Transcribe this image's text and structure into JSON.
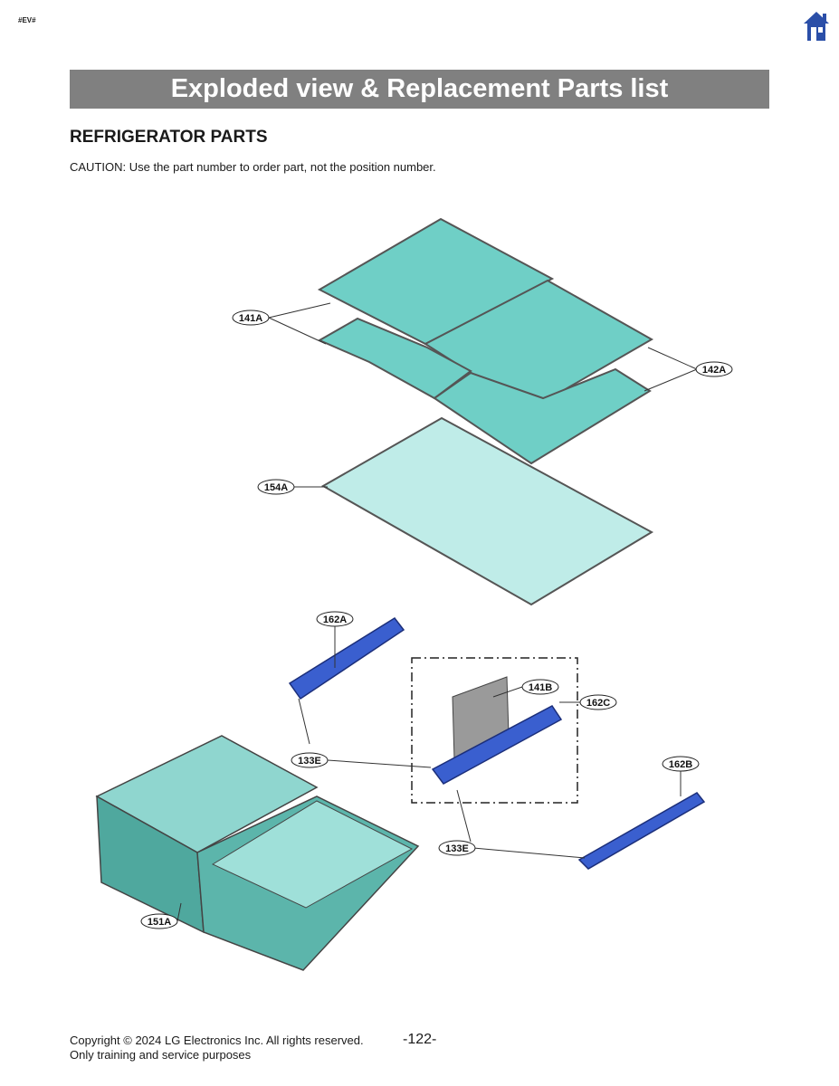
{
  "header": {
    "doc_tag": "#EV#",
    "home_icon": "home-icon",
    "title": "Exploded view & Replacement Parts list"
  },
  "section": {
    "heading": "REFRIGERATOR PARTS",
    "caution": "CAUTION: Use the part number to order part, not the position number."
  },
  "callouts": {
    "c141A": "141A",
    "c142A": "142A",
    "c154A": "154A",
    "c162A": "162A",
    "c141B": "141B",
    "c162C": "162C",
    "c133E_1": "133E",
    "c162B": "162B",
    "c133E_2": "133E",
    "c151A": "151A"
  },
  "colors": {
    "banner": "#808080",
    "glass": "#6fcfc6",
    "glass_light": "#bfece8",
    "rail_blue": "#3a5fcf",
    "drawer": "#4fa89e"
  },
  "footer": {
    "copyright": "Copyright © 2024 LG Electronics Inc. All rights reserved.",
    "purpose": "Only training and service purposes",
    "page_number": "-122-"
  }
}
